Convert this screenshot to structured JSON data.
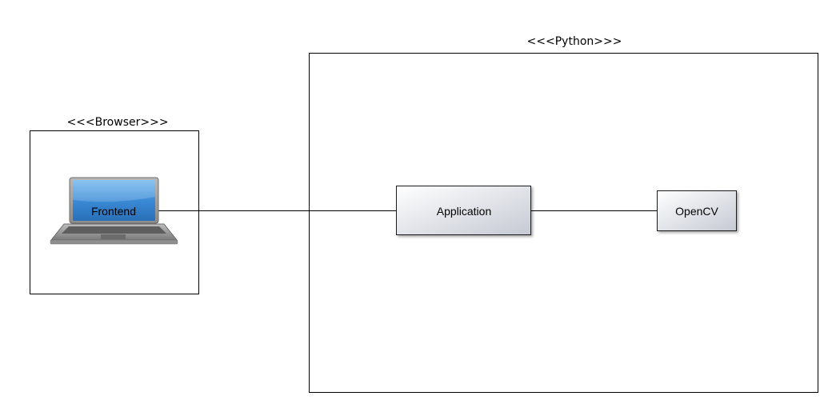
{
  "containers": {
    "browser": {
      "stereotype": "<<<Browser>>>"
    },
    "python": {
      "stereotype": "<<<Python>>>"
    }
  },
  "nodes": {
    "frontend": {
      "label": "Frontend",
      "icon": "laptop-icon"
    },
    "application": {
      "label": "Application"
    },
    "opencv": {
      "label": "OpenCV"
    }
  },
  "colors": {
    "border": "#000000",
    "node_fill_top": "#ffffff",
    "node_fill_bottom": "#c9cdd6",
    "screen_blue": "#3f8fd8",
    "laptop_gray": "#8a8a8a"
  }
}
